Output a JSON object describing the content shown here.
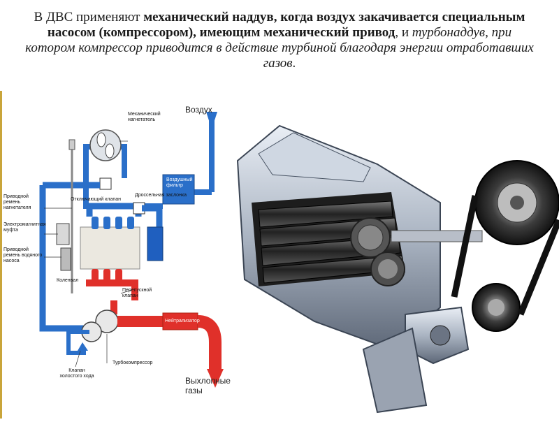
{
  "heading": {
    "part1": "В ДВС применяют ",
    "part2": "механический наддув, когда воздух закачивается специальным насосом (компрессором), имеющим механический привод",
    "part3": ", и ",
    "part4": "турбонаддув, при котором компрессор приводится в действие турбиной благодаря энергии отработавших газов",
    "part5": "."
  },
  "diagram": {
    "air_in": "Воздух",
    "exhaust_out": "Выхлопные газы",
    "mech_supercharger": "Механический нагнетатель",
    "air_filter": "Воздушный фильтр",
    "bypass_valve": "Отключающий клапан",
    "throttle": "Дроссельная заслонка",
    "belt_supercharger": "Приводной ремень нагнетателя",
    "em_clutch": "Электромагнитная муфта",
    "belt_water_pump": "Приводной ремень водяного насоса",
    "crankshaft": "Коленвал",
    "wastegate": "Перепускной клапан",
    "neutralizer": "Нейтрализатор",
    "turbocompressor": "Турбокомпрессор",
    "idle_valve": "Клапан холостого хода"
  },
  "colors": {
    "intake_blue": "#2a6fc9",
    "exhaust_red": "#e0302a",
    "engine_fill": "#ebe8e0",
    "photo_bg": "#ffffff"
  }
}
